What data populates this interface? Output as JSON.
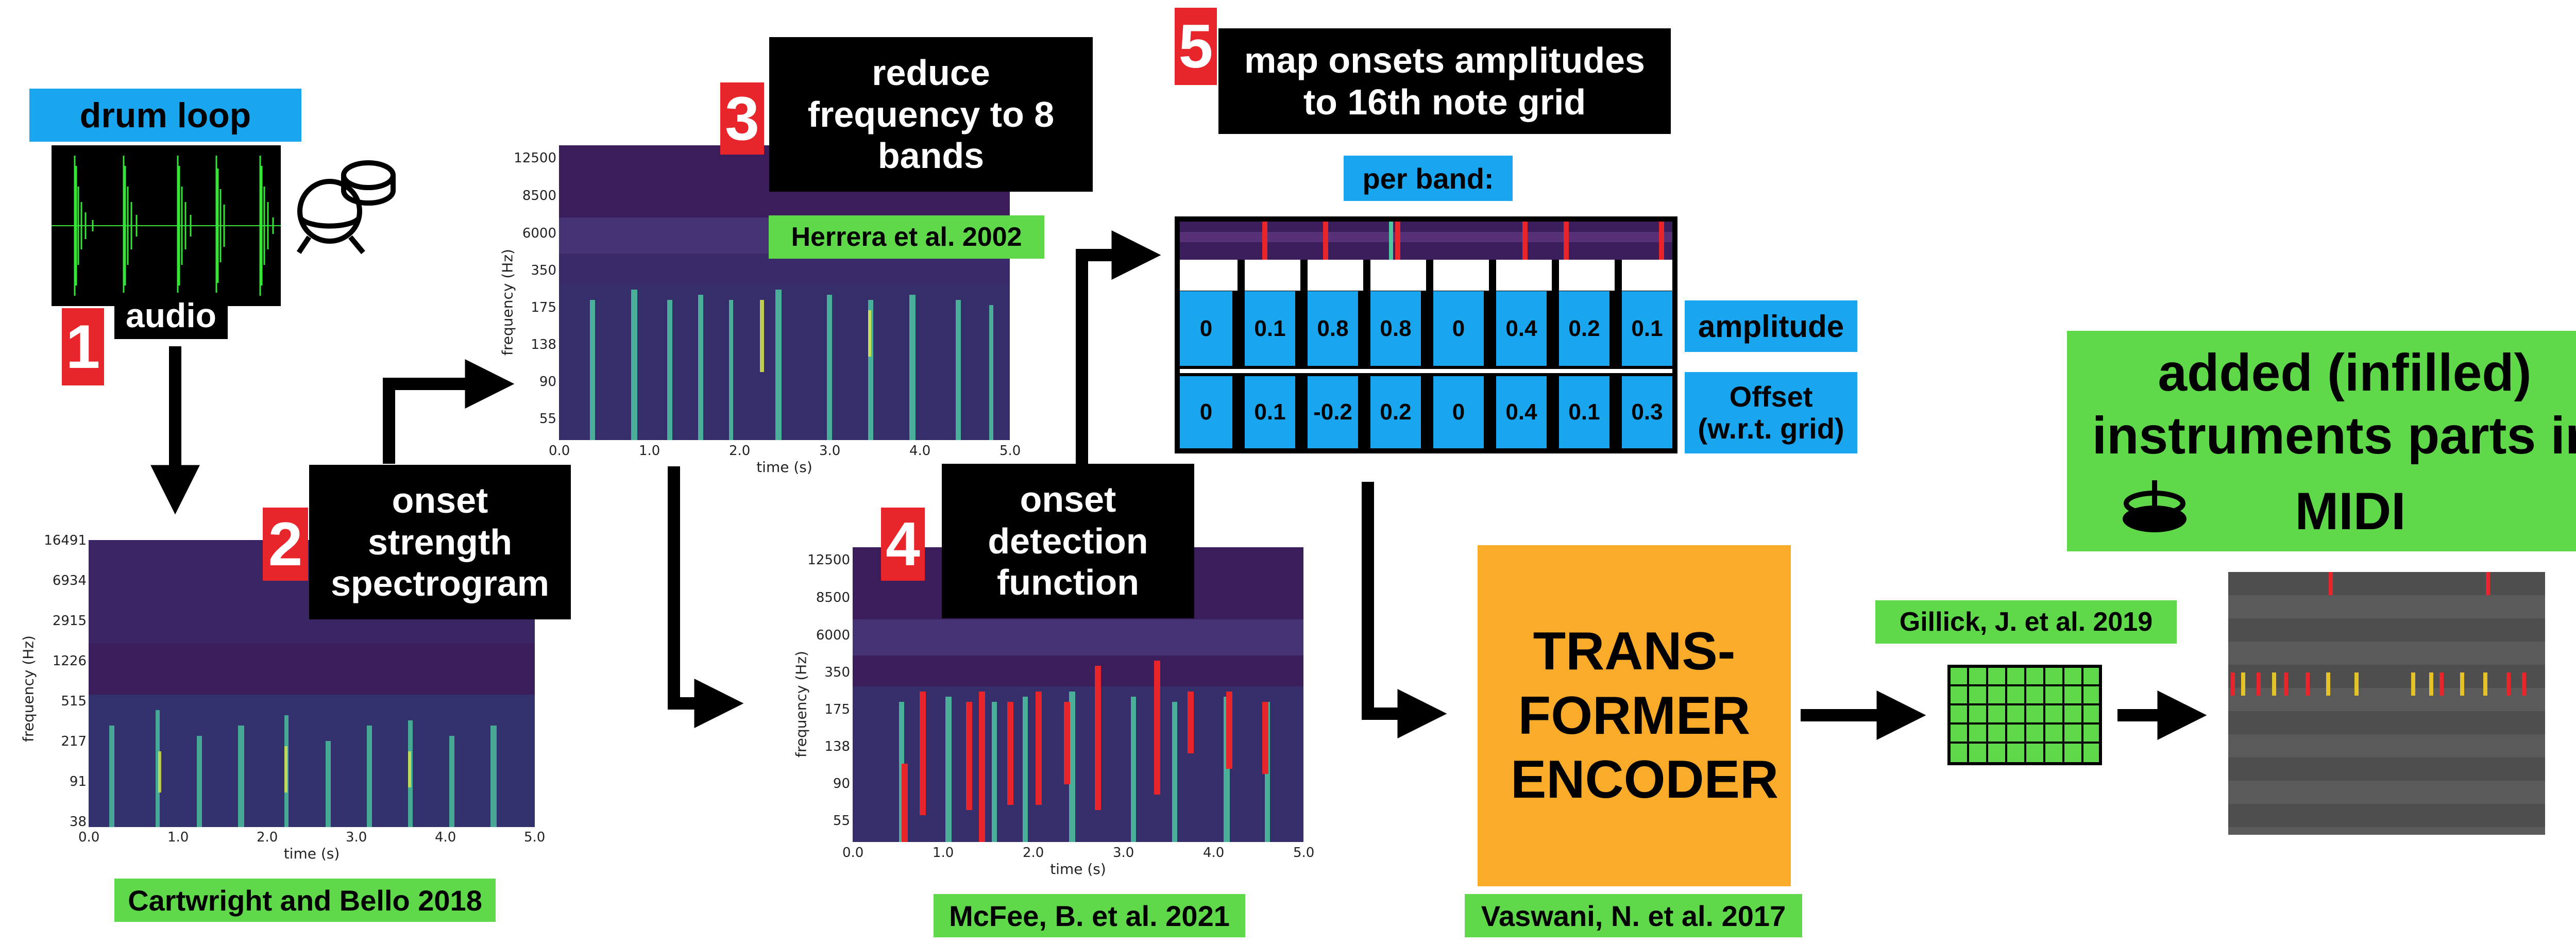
{
  "labels": {
    "drum_loop": "drum loop",
    "audio": "audio",
    "step1": "1",
    "step2": "2",
    "step3": "3",
    "step4": "4",
    "step5": "5",
    "onset_strength": "onset strength spectrogram",
    "reduce_freq": "reduce frequency to 8 bands",
    "onset_detection": "onset detection function",
    "map_onsets": "map onsets amplitudes to 16th note grid",
    "per_band": "per band:",
    "amplitude": "amplitude",
    "offset_line1": "Offset",
    "offset_line2": "(w.r.t. grid)",
    "transformer": "TRANS- FORMER ENCODER",
    "added_parts": "added (infilled) instruments parts in",
    "midi": "MIDI"
  },
  "citations": {
    "cartwright": "Cartwright and Bello 2018",
    "herrera": "Herrera et al. 2002",
    "mcfee": "McFee, B. et al. 2021",
    "vaswani": "Vaswani, N. et al. 2017",
    "gillick": "Gillick, J. et al. 2019"
  },
  "spectrogram1": {
    "ylabel": "frequency (Hz)",
    "xlabel": "time (s)",
    "yticks": [
      "16491",
      "6934",
      "2915",
      "1226",
      "515",
      "217",
      "91",
      "38"
    ],
    "xticks": [
      "0.0",
      "1.0",
      "2.0",
      "3.0",
      "4.0",
      "5.0"
    ]
  },
  "spectrogram2": {
    "ylabel": "frequency (Hz)",
    "xlabel": "time (s)",
    "yticks": [
      "12500",
      "8500",
      "6000",
      "350",
      "175",
      "138",
      "90",
      "55"
    ],
    "xticks": [
      "0.0",
      "1.0",
      "2.0",
      "3.0",
      "4.0",
      "5.0"
    ]
  },
  "spectrogram3": {
    "ylabel": "frequency (Hz)",
    "xlabel": "time (s)",
    "yticks": [
      "12500",
      "8500",
      "6000",
      "350",
      "175",
      "138",
      "90",
      "55"
    ],
    "xticks": [
      "0.0",
      "1.0",
      "2.0",
      "3.0",
      "4.0",
      "5.0"
    ]
  },
  "grid": {
    "amplitudes": [
      "0",
      "0.1",
      "0.8",
      "0.8",
      "0",
      "0.4",
      "0.2",
      "0.1"
    ],
    "offsets": [
      "0",
      "0.1",
      "-0.2",
      "0.2",
      "0",
      "0.4",
      "0.1",
      "0.3"
    ]
  },
  "colors": {
    "black_box": "#000000",
    "blue": "#1aa6ee",
    "green": "#5fd84a",
    "red": "#e8252a",
    "orange": "#fbab2a",
    "spectrogram_bg": "#3b1d5c"
  }
}
